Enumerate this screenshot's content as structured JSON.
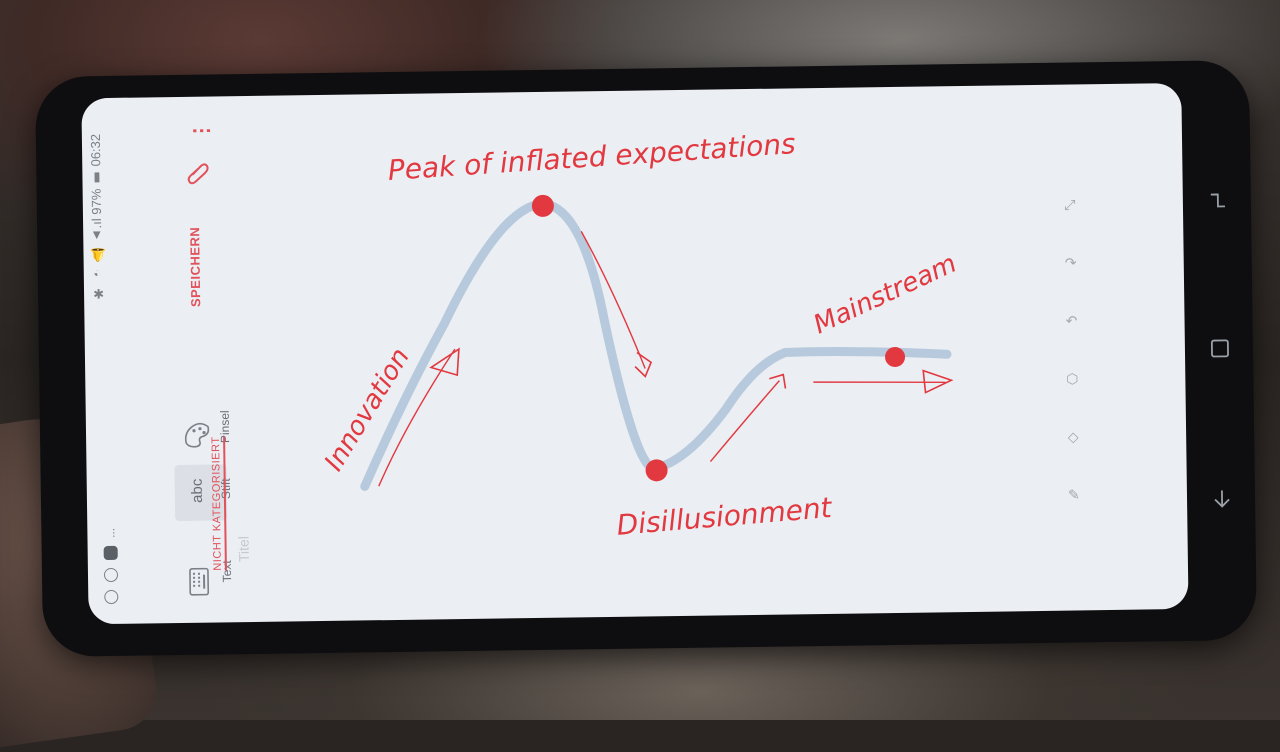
{
  "status_bar": {
    "right_text": "✱ ◔ 🔔 ▲.ıl 97% ▮ 06:32",
    "left_text": "..."
  },
  "toolbar": {
    "more_menu": "⋮",
    "save_label": "SPEICHERN",
    "tools": [
      {
        "label": "Pinsel"
      },
      {
        "label": "Stift",
        "glyph_text": "abc"
      },
      {
        "label": "Text"
      }
    ]
  },
  "note": {
    "category_label": "NICHT KATEGORISIERT",
    "title_placeholder": "Titel"
  },
  "sketch": {
    "labels": {
      "peak": "Peak of inflated expectations",
      "innovation": "Innovation",
      "disillusionment": "Disillusionment",
      "mainstream": "Mainstream"
    }
  },
  "colors": {
    "screen_bg": "#ebeef3",
    "accent_red": "#e1525a",
    "curve_blue": "#b7c9dc",
    "ink_red": "#e2383f"
  },
  "icons": {
    "side_tools": [
      "resize-icon",
      "redo-icon",
      "undo-icon",
      "lasso-icon",
      "eraser-icon",
      "pen-icon"
    ],
    "nav": [
      "recent-apps-icon",
      "home-icon",
      "back-icon"
    ]
  }
}
